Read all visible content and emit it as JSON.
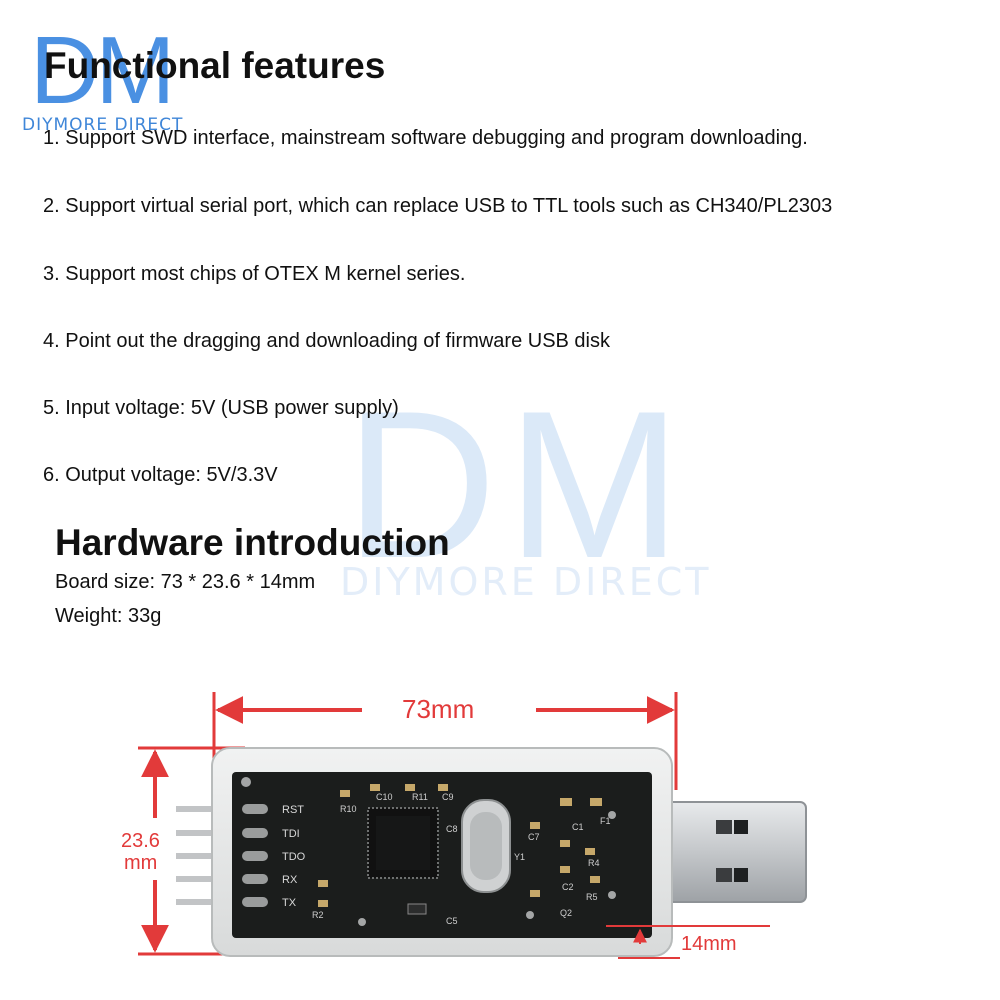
{
  "brand": {
    "logo": "DM",
    "name": "DIYMORE DIRECT"
  },
  "sections": {
    "functional": {
      "title": "Functional features",
      "items": [
        "1. Support SWD interface, mainstream software debugging and program downloading.",
        "2. Support virtual serial port, which can replace USB to TTL tools such as CH340/PL2303",
        "3. Support most chips of OTEX M kernel series.",
        "4. Point out the dragging and downloading of firmware USB disk",
        "5. Input voltage: 5V (USB power supply)",
        "6. Output voltage: 5V/3.3V"
      ]
    },
    "hardware": {
      "title": "Hardware introduction",
      "board_size": "Board size: 73 * 23.6 * 14mm",
      "weight": "Weight: 33g"
    }
  },
  "dimensions": {
    "length": "73mm",
    "width_value": "23.6",
    "width_unit": "mm",
    "height": "14mm"
  },
  "board_labels": {
    "pins": [
      "RST",
      "TDI",
      "TDO",
      "RX",
      "TX"
    ],
    "components": [
      "R10",
      "C10",
      "R11",
      "C9",
      "C8",
      "Y1",
      "C1",
      "C7",
      "F1",
      "C2",
      "R2",
      "C5",
      "Q2",
      "R5",
      "R4"
    ]
  },
  "colors": {
    "dimension": "#e23a3a",
    "brand": "#4a90e2",
    "pcb": "#1b1d1c",
    "usb_metal": "#c9cbcd"
  }
}
